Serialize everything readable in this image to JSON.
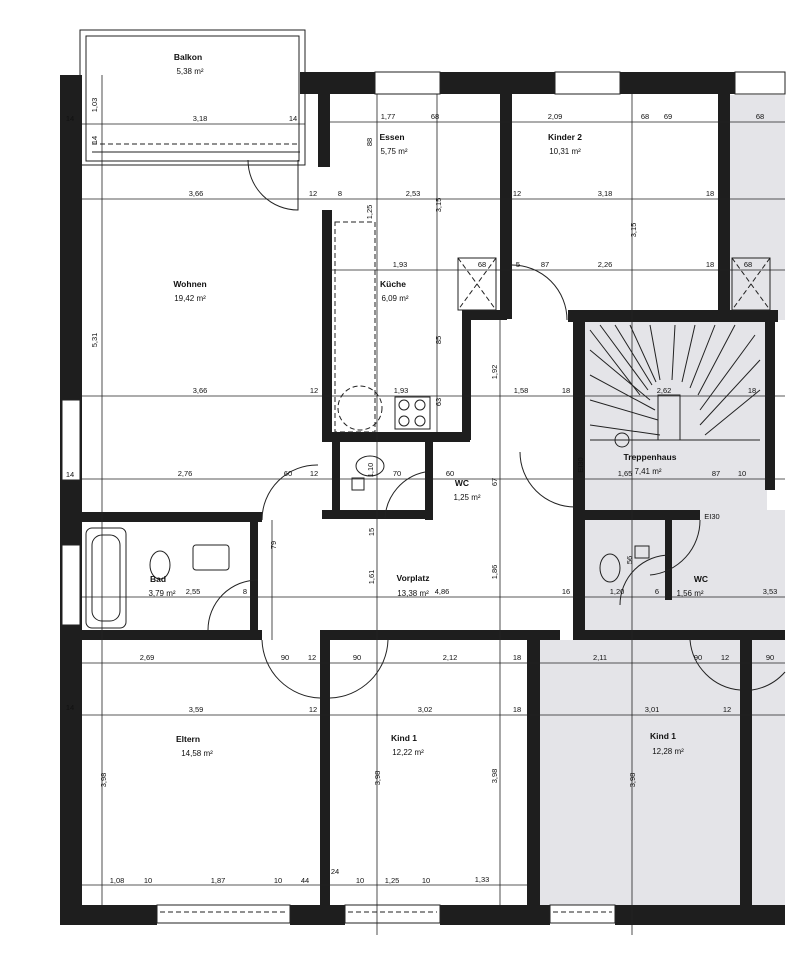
{
  "rooms": [
    {
      "name": "Balkon",
      "area": "5,38 m²"
    },
    {
      "name": "Essen",
      "area": "5,75 m²"
    },
    {
      "name": "Kinder 2",
      "area": "10,31 m²"
    },
    {
      "name": "Wohnen",
      "area": "19,42 m²"
    },
    {
      "name": "Küche",
      "area": "6,09 m²"
    },
    {
      "name": "Treppenhaus",
      "area": "7,41 m²"
    },
    {
      "name": "WC",
      "area": "1,25 m²"
    },
    {
      "name": "Bad",
      "area": "3,79 m²"
    },
    {
      "name": "Vorplatz",
      "area": "13,38 m²"
    },
    {
      "name": "WC",
      "area": "1,56 m²"
    },
    {
      "name": "Eltern",
      "area": "14,58 m²"
    },
    {
      "name": "Kind 1",
      "area": "12,22 m²"
    },
    {
      "name": "Kind 1",
      "area": "12,28 m²"
    }
  ],
  "dimensions": [
    "3,18",
    "14",
    "14",
    "1,03",
    "14",
    "1,77",
    "68",
    "2,09",
    "68",
    "69",
    "68",
    "3,66",
    "12",
    "8",
    "2,53",
    "3,15",
    "1,25",
    "88",
    "12",
    "3,18",
    "18",
    "3,15",
    "1,93",
    "68",
    "5",
    "87",
    "2,26",
    "18",
    "68",
    "5,31",
    "3,66",
    "12",
    "1,93",
    "1,58",
    "18",
    "2,62",
    "18",
    "1,92",
    "85",
    "63",
    "2,76",
    "60",
    "12",
    "70",
    "60",
    "67",
    "1,10",
    "1,65",
    "87",
    "10",
    "79",
    "1,61",
    "1,86",
    "15",
    "2,55",
    "4,86",
    "8",
    "16",
    "1,20",
    "6",
    "3,53",
    "56",
    "2,69",
    "90",
    "12",
    "90",
    "2,12",
    "18",
    "2,11",
    "90",
    "12",
    "90",
    "3,59",
    "12",
    "3,02",
    "18",
    "3,01",
    "12",
    "3,98",
    "3,98",
    "3,98",
    "3,98",
    "1,08",
    "10",
    "1,87",
    "10",
    "44",
    "24",
    "10",
    "1,25",
    "10",
    "1,33",
    "14",
    "14"
  ],
  "fire_ratings": [
    "EI30",
    "EI30"
  ],
  "colors": {
    "wall": "#1e1e1e",
    "shaded_area": "#e4e4e8"
  }
}
